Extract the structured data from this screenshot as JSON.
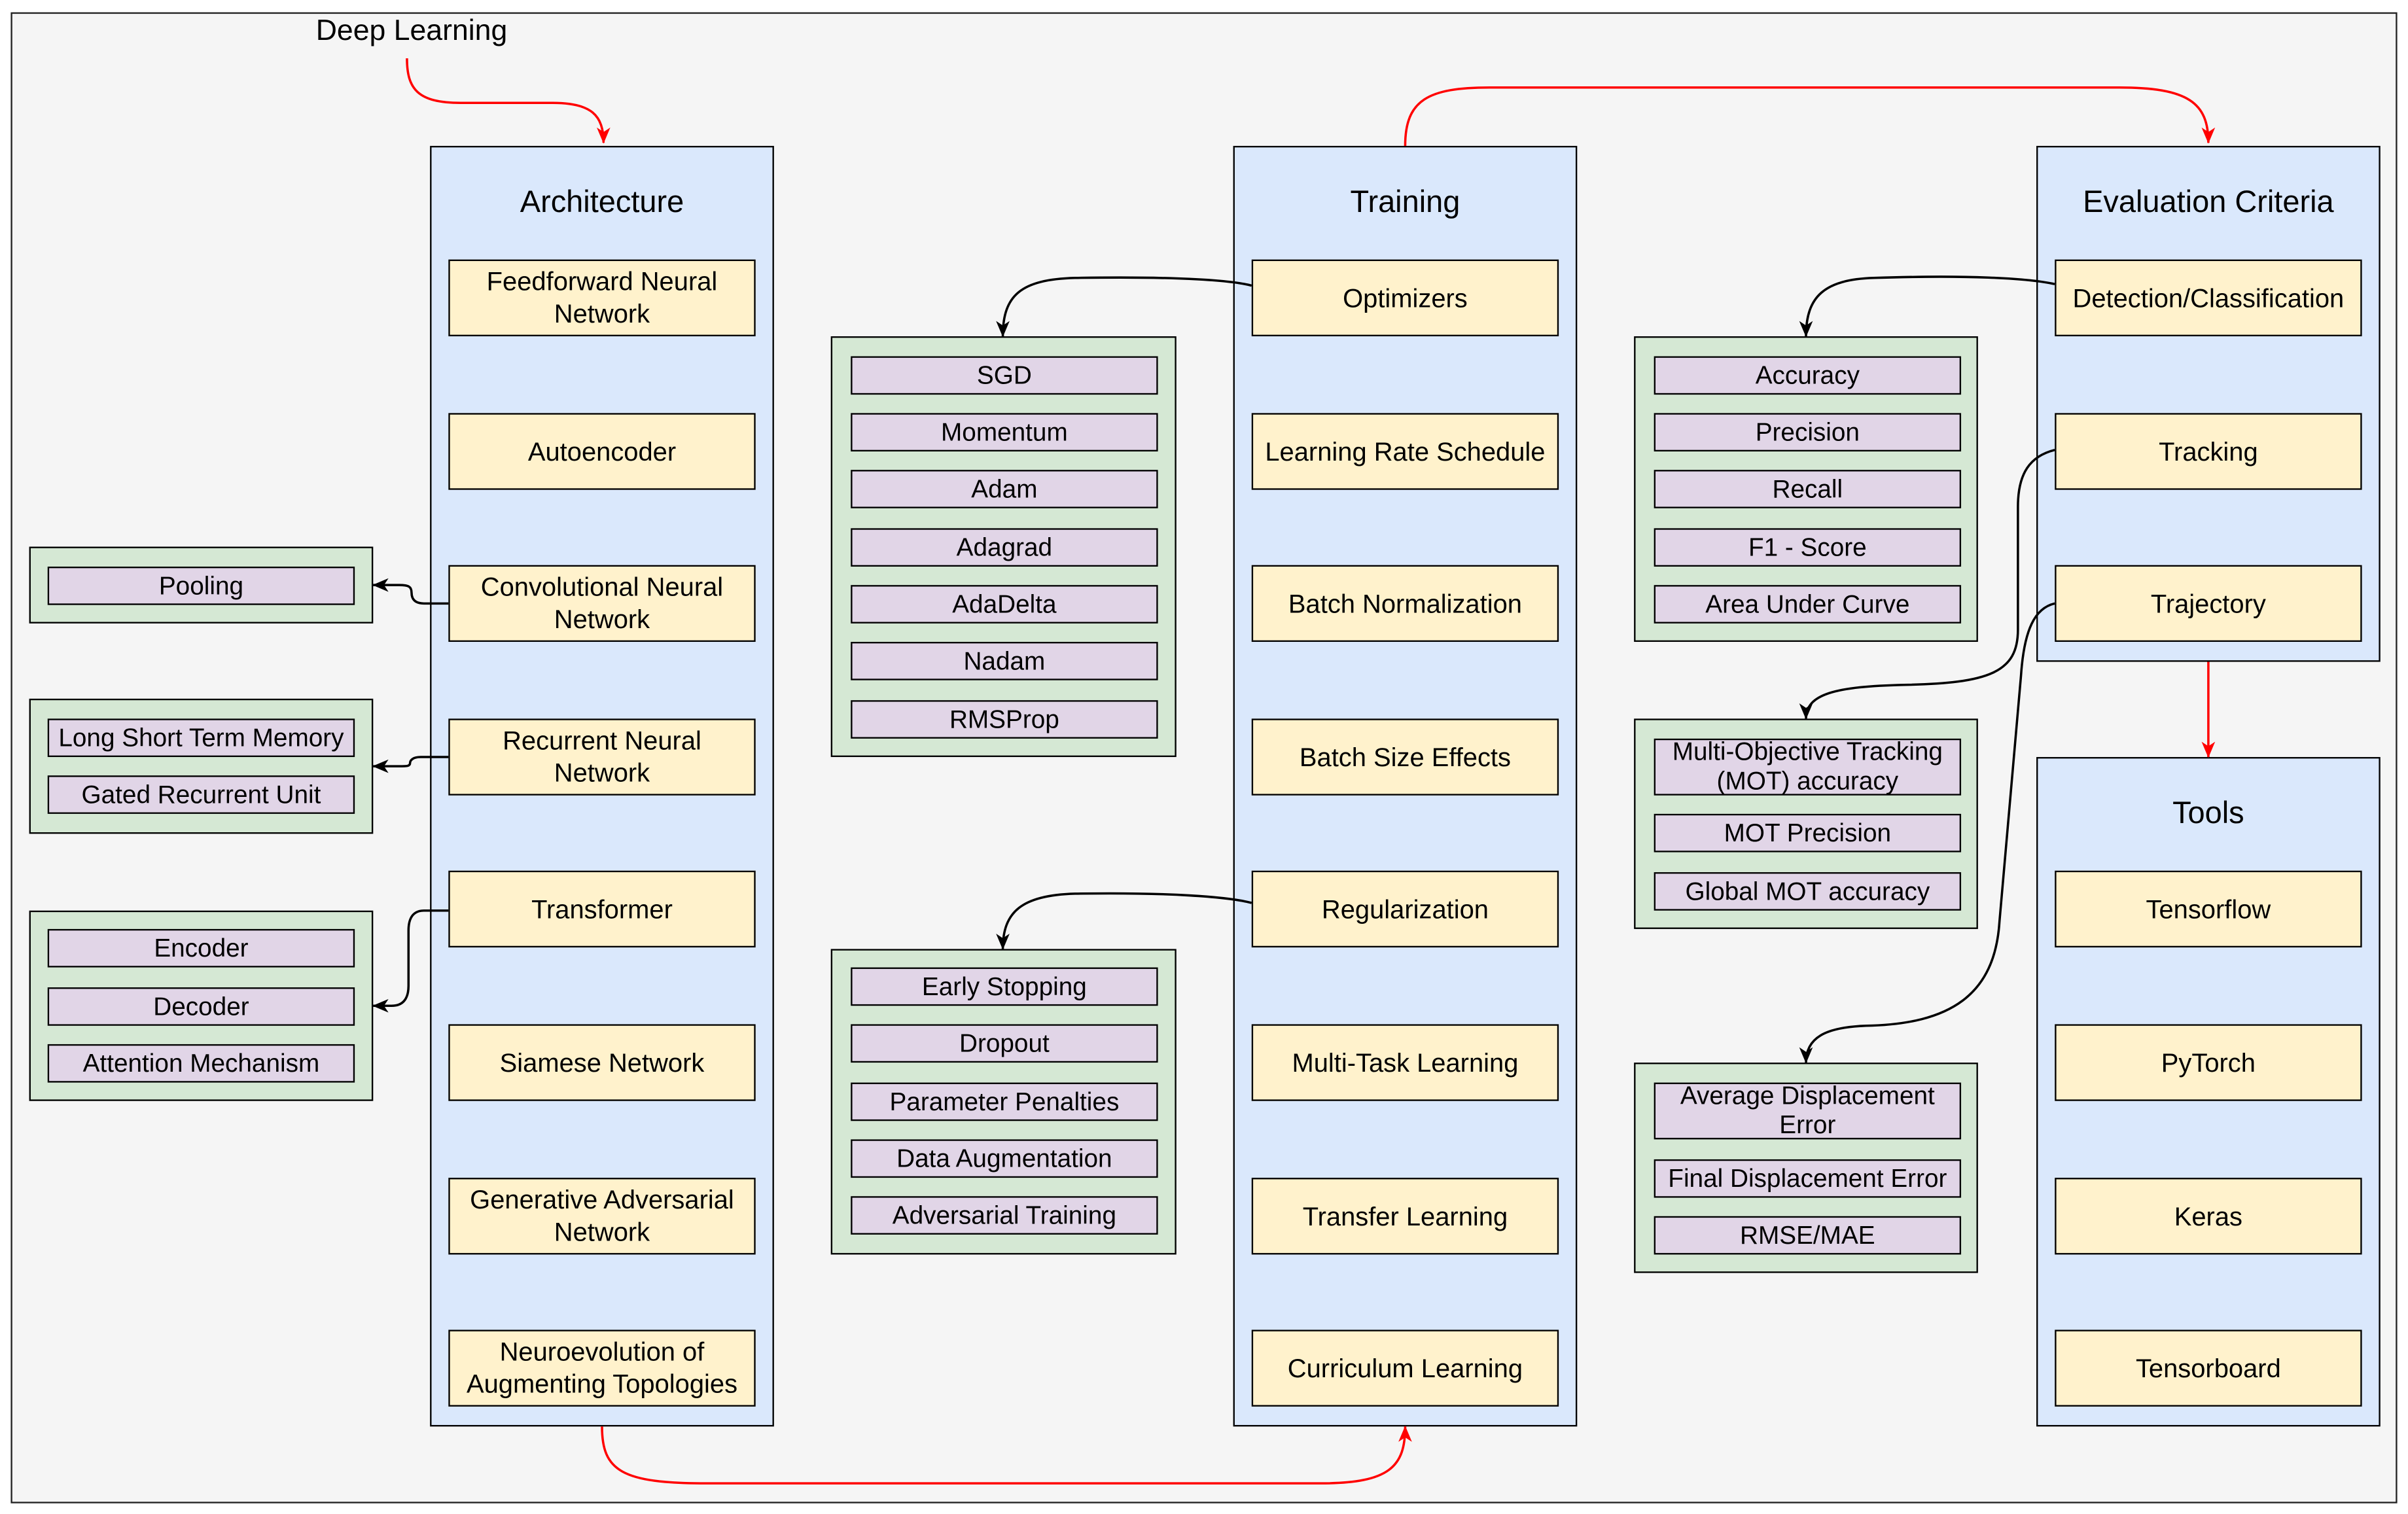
{
  "diagram_title": "Deep Learning",
  "architecture": {
    "title": "Architecture",
    "items": [
      "Feedforward Neural Network",
      "Autoencoder",
      "Convolutional Neural Network",
      "Recurrent Neural Network",
      "Transformer",
      "Siamese Network",
      "Generative Adversarial Network",
      "Neuroevolution of Augmenting Topologies"
    ]
  },
  "training": {
    "title": "Training",
    "items": [
      "Optimizers",
      "Learning Rate Schedule",
      "Batch Normalization",
      "Batch Size Effects",
      "Regularization",
      "Multi-Task Learning",
      "Transfer Learning",
      "Curriculum Learning"
    ]
  },
  "evaluation": {
    "title": "Evaluation Criteria",
    "items": [
      "Detection/Classification",
      "Tracking",
      "Trajectory"
    ]
  },
  "tools": {
    "title": "Tools",
    "items": [
      "Tensorflow",
      "PyTorch",
      "Keras",
      "Tensorboard"
    ]
  },
  "subgroups": {
    "cnn": [
      "Pooling"
    ],
    "rnn": [
      "Long Short Term Memory",
      "Gated Recurrent Unit"
    ],
    "transformer": [
      "Encoder",
      "Decoder",
      "Attention Mechanism"
    ],
    "optimizers": [
      "SGD",
      "Momentum",
      "Adam",
      "Adagrad",
      "AdaDelta",
      "Nadam",
      "RMSProp"
    ],
    "regularization": [
      "Early Stopping",
      "Dropout",
      "Parameter Penalties",
      "Data Augmentation",
      "Adversarial Training"
    ],
    "detection": [
      "Accuracy",
      "Precision",
      "Recall",
      "F1 - Score",
      "Area Under Curve"
    ],
    "tracking": [
      "Multi-Objective Tracking (MOT) accuracy",
      "MOT Precision",
      "Global MOT accuracy"
    ],
    "trajectory": [
      "Average Displacement Error",
      "Final Displacement Error",
      "RMSE/MAE"
    ]
  },
  "colors": {
    "panel": "#dae8fc",
    "node": "#fff2cc",
    "group": "#d5e8d4",
    "subnode": "#e1d5e7",
    "canvas": "#f5f5f5",
    "flow_arrow": "#ff0000",
    "link_arrow": "#000000"
  }
}
